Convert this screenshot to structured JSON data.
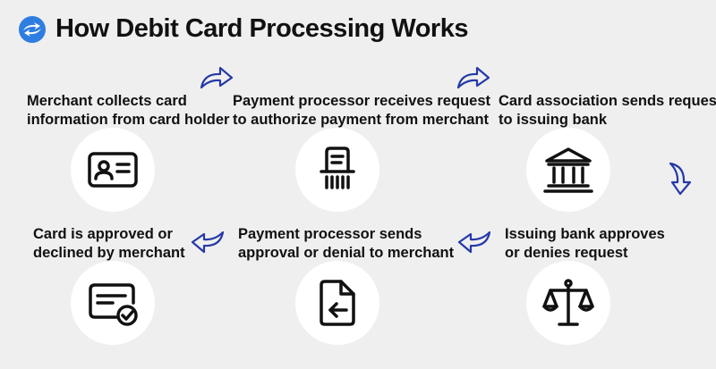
{
  "header": {
    "title": "How Debit Card Processing Works",
    "logo_icon": "arrow-circle-logo-icon"
  },
  "colors": {
    "background": "#efefef",
    "arrow_stroke": "#2639a8",
    "logo_blue": "#2f7de1",
    "text": "#111111"
  },
  "steps": [
    {
      "line1": "Merchant collects card",
      "line2": "information from card holder",
      "icon": "id-card-icon"
    },
    {
      "line1": "Payment processor receives request",
      "line2": "to authorize payment from merchant",
      "icon": "receipt-printer-icon"
    },
    {
      "line1": "Card association sends request",
      "line2": "to issuing bank",
      "icon": "bank-icon"
    },
    {
      "line1": "Issuing bank approves",
      "line2": "or denies request",
      "icon": "scales-icon"
    },
    {
      "line1": "Payment processor sends",
      "line2": "approval or denial to merchant",
      "icon": "document-return-icon"
    },
    {
      "line1": "Card is approved or",
      "line2": "declined by merchant",
      "icon": "approved-card-icon"
    }
  ]
}
